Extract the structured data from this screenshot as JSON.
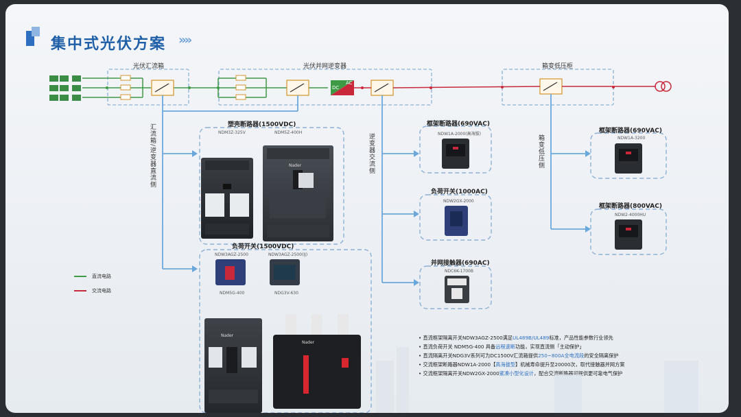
{
  "title": "集中式光伏方案",
  "title_chevrons": "»»",
  "diagram_labels": {
    "combiner_box": "光伏汇流箱",
    "inverter": "光伏并网逆变器",
    "box_transformer": "箱变低压柜",
    "dc": "DC",
    "ac": "AC"
  },
  "side_labels": {
    "dc_side": "汇流箱/逆变器直流侧",
    "ac_side": "逆变器交流侧",
    "lv_side": "箱变低压侧"
  },
  "products": {
    "mccb_title": "塑壳断路器(1500VDC)",
    "mccb_models": [
      "NDM3Z-325V",
      "NDM5Z-400H"
    ],
    "load_switch_title": "负荷开关(1500VDC)",
    "load_switch_models_top": [
      "NDW3AGZ-2500",
      "NDW3AGZ-2500(IJ)"
    ],
    "load_switch_models_bottom": [
      "NDM5G-400",
      "NDG3V-630"
    ],
    "acb_690_title": "框架断路器(690VAC)",
    "acb_690_model": "NDW1A-2000(高海拔)",
    "load_1000_title": "负荷开关(1000AC)",
    "load_1000_model": "NDW2GX-2000",
    "contactor_title": "并网接触器(690AC)",
    "contactor_model": "NDC6K-1700B",
    "acb_690_right_title": "框架断路器(690VAC)",
    "acb_690_right_model": "NDW1A-3200",
    "acb_800_title": "框架断路器(800VAC)",
    "acb_800_model": "NDW2-4000HU",
    "brand": "Nader"
  },
  "legend": [
    {
      "label": "直流电路",
      "color": "#3f9a46"
    },
    {
      "label": "交流电路",
      "color": "#c8283a"
    }
  ],
  "features": [
    {
      "pre": "• 直流框架隔离开关NDW3AGZ-2500满足",
      "hl": "UL489B/UL489",
      "post": "标准，产品性能参数行业领先"
    },
    {
      "pre": "• 直流负荷开关 NDM5G-400 具备",
      "hl": "远程速断",
      "post": "功能，实现直流侧「主动保护」"
    },
    {
      "pre": "• 直流隔离开关NDG3V系列可为DC1500V汇流箱提供",
      "hl": "250~800A全电流段",
      "post": "的安全隔离保护"
    },
    {
      "pre": "• 交流框架断路器NDW1A-2000【",
      "hl": "高海拔型",
      "post": "】机械寿命提升至20000次，取代接触器并网方案"
    },
    {
      "pre": "• 交流框架隔离开关NDW2GX-2000",
      "hl": "紧凑小型化设计",
      "post": "，配合交流断路器可提供更可靠电气保护"
    }
  ],
  "colors": {
    "title": "#1f5fa8",
    "dc_line": "#3f9a46",
    "ac_line": "#c8283a",
    "arrow": "#6aa8dc",
    "dash": "#8db0d6"
  }
}
